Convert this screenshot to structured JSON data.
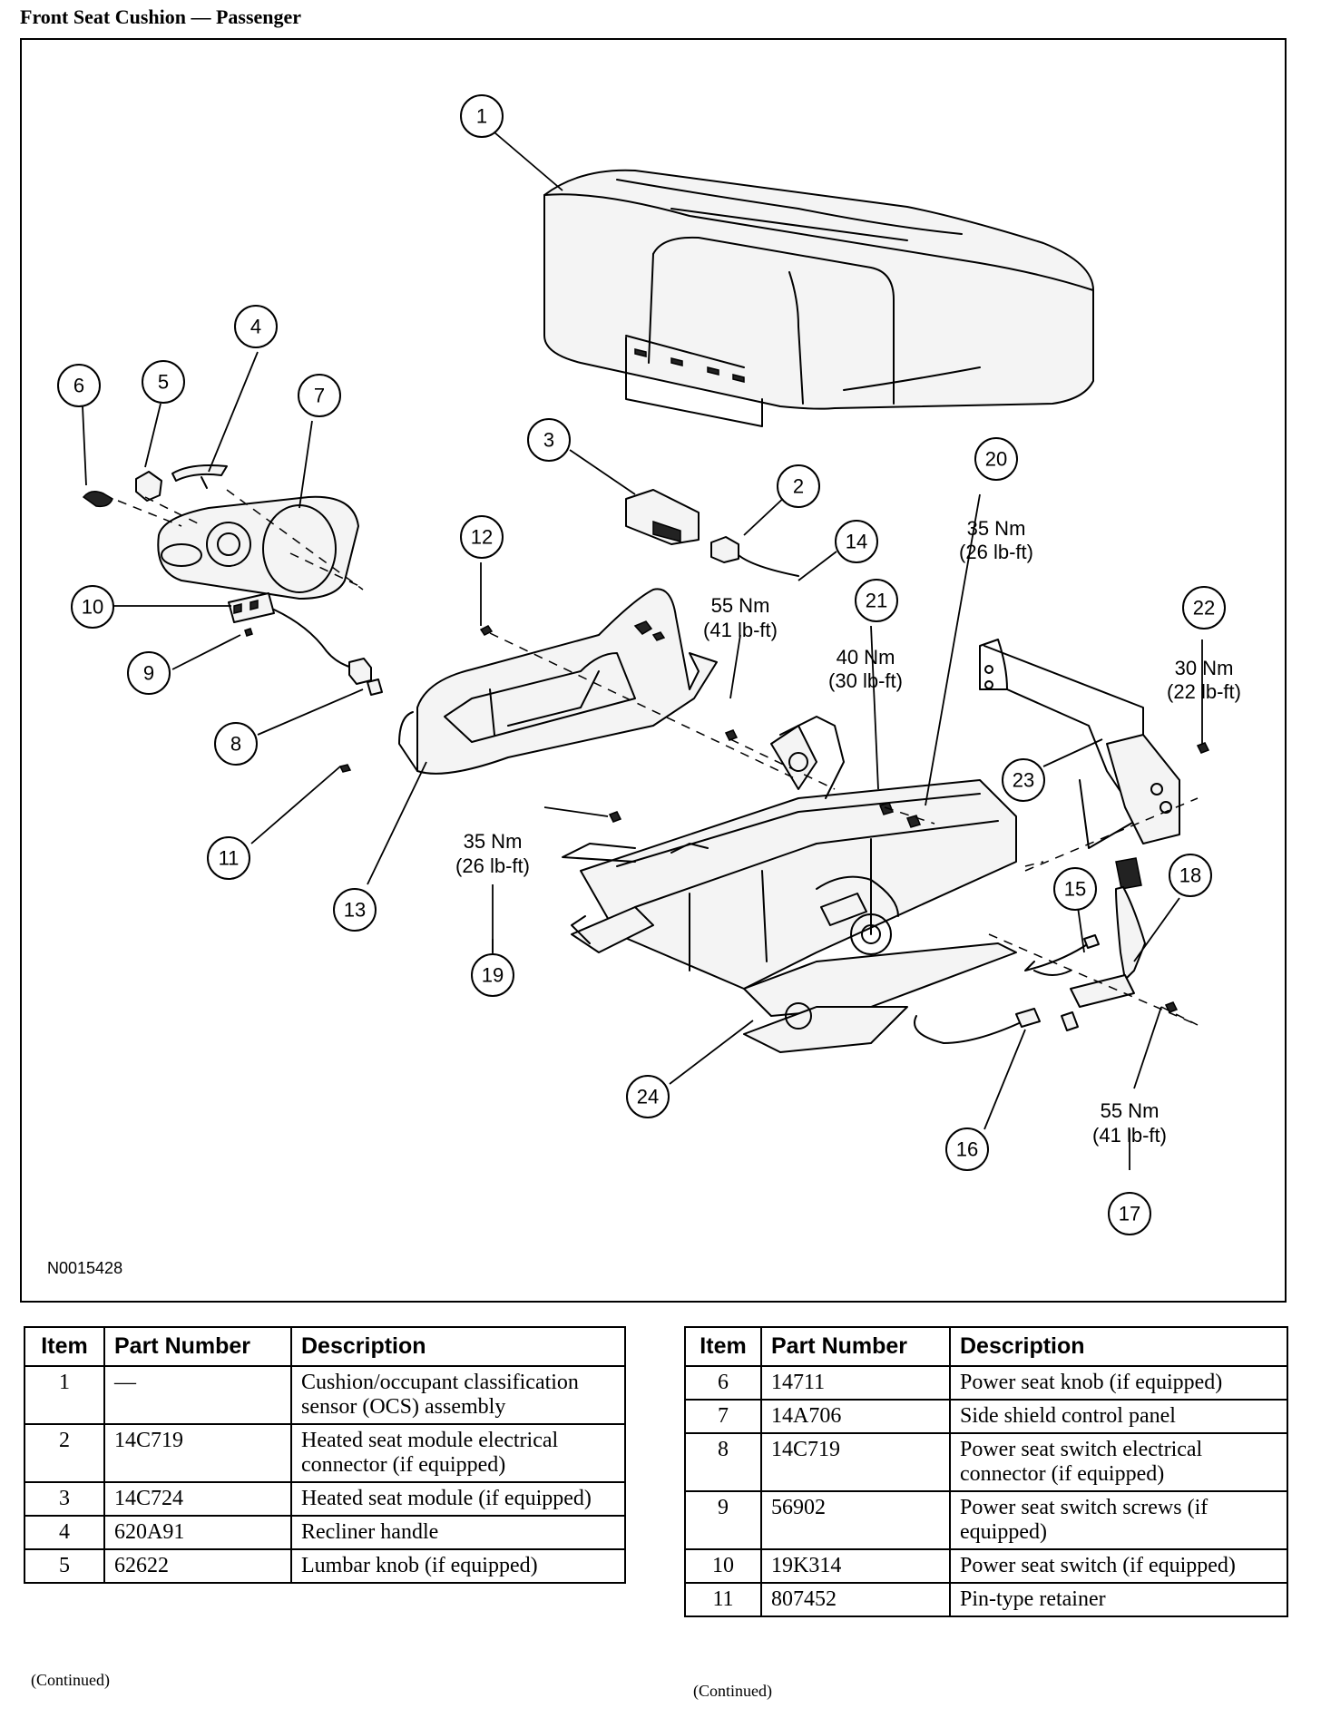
{
  "page_title": "Front Seat Cushion — Passenger",
  "figure": {
    "id": "N0015428",
    "callouts": [
      "1",
      "2",
      "3",
      "4",
      "5",
      "6",
      "7",
      "8",
      "9",
      "10",
      "11",
      "12",
      "13",
      "14",
      "15",
      "16",
      "17",
      "18",
      "19",
      "20",
      "21",
      "22",
      "23",
      "24"
    ],
    "torques": [
      {
        "nm": "35 Nm",
        "lbft": "(26 lb-ft)"
      },
      {
        "nm": "55 Nm",
        "lbft": "(41 lb-ft)"
      },
      {
        "nm": "40 Nm",
        "lbft": "(30 lb-ft)"
      },
      {
        "nm": "30 Nm",
        "lbft": "(22 lb-ft)"
      },
      {
        "nm": "35 Nm",
        "lbft": "(26 lb-ft)"
      },
      {
        "nm": "55 Nm",
        "lbft": "(41 lb-ft)"
      }
    ]
  },
  "table_headers": {
    "item": "Item",
    "part_number": "Part Number",
    "description": "Description"
  },
  "table_left": [
    {
      "item": "1",
      "part": "—",
      "desc": "Cushion/occupant classification sensor (OCS) assembly"
    },
    {
      "item": "2",
      "part": "14C719",
      "desc": "Heated seat module electrical connector (if equipped)"
    },
    {
      "item": "3",
      "part": "14C724",
      "desc": "Heated seat module (if equipped)"
    },
    {
      "item": "4",
      "part": "620A91",
      "desc": "Recliner handle"
    },
    {
      "item": "5",
      "part": "62622",
      "desc": "Lumbar knob (if equipped)"
    }
  ],
  "table_right": [
    {
      "item": "6",
      "part": "14711",
      "desc": "Power seat knob (if equipped)"
    },
    {
      "item": "7",
      "part": "14A706",
      "desc": "Side shield control panel"
    },
    {
      "item": "8",
      "part": "14C719",
      "desc": "Power seat switch electrical connector (if equipped)"
    },
    {
      "item": "9",
      "part": "56902",
      "desc": "Power seat switch screws (if equipped)"
    },
    {
      "item": "10",
      "part": "19K314",
      "desc": "Power seat switch (if equipped)"
    },
    {
      "item": "11",
      "part": "807452",
      "desc": "Pin-type retainer"
    }
  ],
  "continued_label": "(Continued)"
}
